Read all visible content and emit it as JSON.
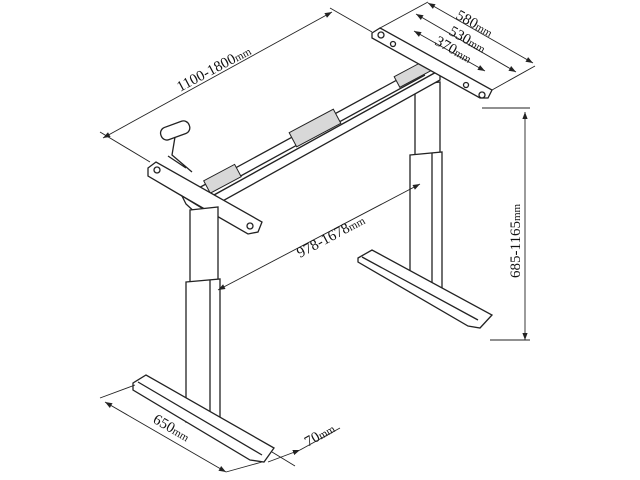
{
  "dimensions": {
    "top_width_outer": "580",
    "top_width_middle": "530",
    "top_width_inner": "370",
    "frame_length": "1100-1800",
    "beam_length": "978-1678",
    "height": "685-1165",
    "foot_length": "650",
    "foot_width": "70",
    "unit": "mm"
  },
  "colors": {
    "line": "#222222",
    "background": "#ffffff"
  }
}
